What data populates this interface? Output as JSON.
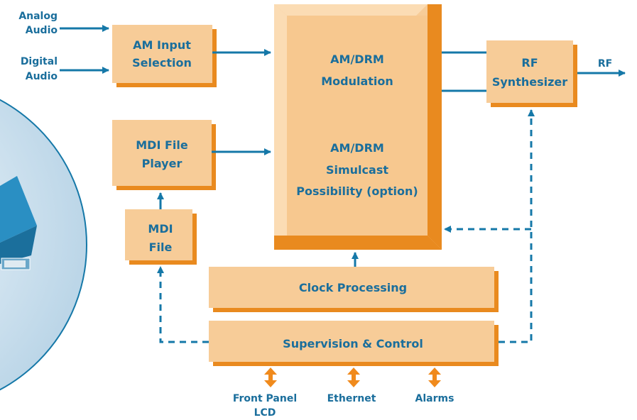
{
  "inputs": {
    "analog_line1": "Analog",
    "analog_line2": "Audio",
    "digital_line1": "Digital",
    "digital_line2": "Audio"
  },
  "blocks": {
    "am_input_line1": "AM Input",
    "am_input_line2": "Selection",
    "mdi_player_line1": "MDI File",
    "mdi_player_line2": "Player",
    "mdi_file_line1": "MDI",
    "mdi_file_line2": "File",
    "modulation_line1": "AM/DRM",
    "modulation_line2": "Modulation",
    "simulcast_line1": "AM/DRM",
    "simulcast_line2": "Simulcast",
    "simulcast_line3": "Possibility (option)",
    "rf_synth_line1": "RF",
    "rf_synth_line2": "Synthesizer",
    "clock": "Clock Processing",
    "supervision": "Supervision & Control"
  },
  "outputs": {
    "rf": "RF"
  },
  "interfaces": {
    "front_panel_line1": "Front Panel",
    "front_panel_line2": "LCD",
    "ethernet": "Ethernet",
    "alarms": "Alarms"
  },
  "colors": {
    "box_fill": "#f7cc98",
    "box_shadow": "#e98a1f",
    "line": "#1578a8",
    "text": "#1a6e9c",
    "orange_arrow": "#f08a1c"
  }
}
